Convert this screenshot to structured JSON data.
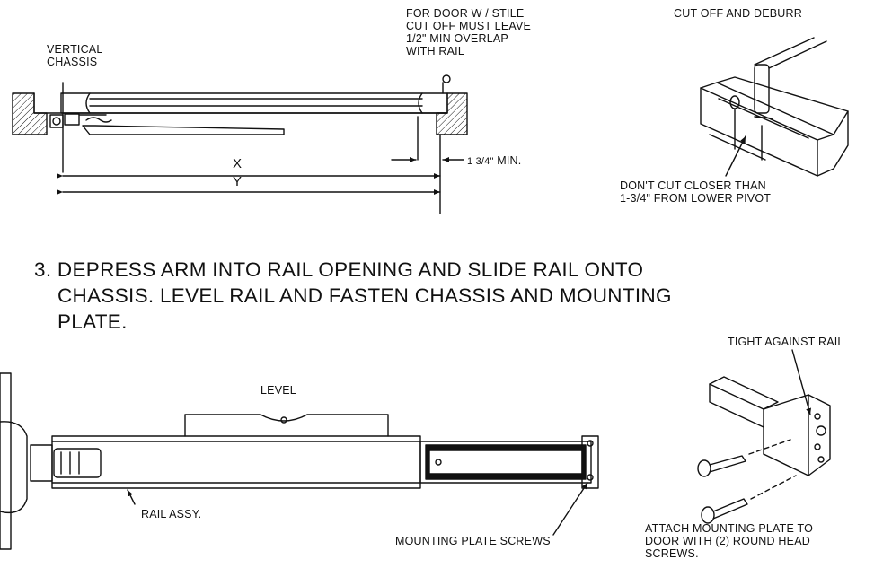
{
  "top_left": {
    "vertical_chassis": [
      "VERTICAL",
      "CHASSIS"
    ],
    "stile_note": [
      "FOR DOOR W / STILE",
      "CUT OFF MUST LEAVE",
      "1/2\" MIN OVERLAP",
      "WITH RAIL"
    ],
    "dim_x": "X",
    "dim_y": "Y",
    "min_note_num": "1 3/4\"",
    "min_note_unit": "MIN."
  },
  "top_right": {
    "cut_off": "CUT OFF AND DEBURR",
    "dont_cut": [
      "DON'T CUT CLOSER THAN",
      "1-3/4\" FROM LOWER PIVOT"
    ]
  },
  "step3": {
    "lines": [
      "3. DEPRESS ARM INTO RAIL OPENING AND SLIDE RAIL ONTO",
      "CHASSIS. LEVEL RAIL AND FASTEN CHASSIS AND MOUNTING",
      "PLATE."
    ]
  },
  "bottom": {
    "level": "LEVEL",
    "rail_assy": "RAIL ASSY.",
    "mounting_plate_screws": "MOUNTING PLATE SCREWS",
    "tight_against_rail": "TIGHT AGAINST RAIL",
    "attach": [
      "ATTACH MOUNTING PLATE TO",
      "DOOR WITH (2) ROUND HEAD",
      "SCREWS."
    ]
  }
}
